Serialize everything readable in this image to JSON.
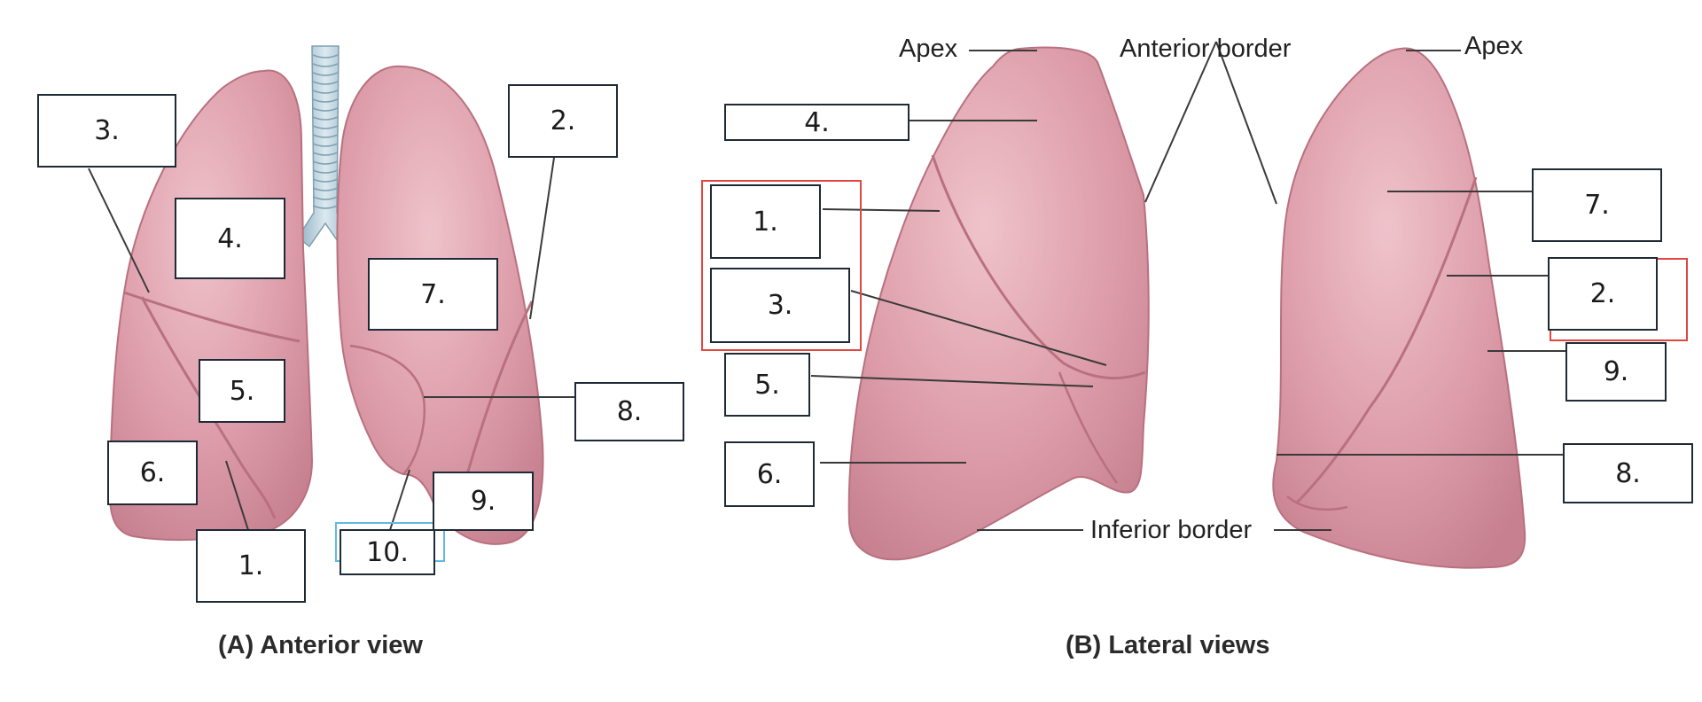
{
  "panel_a": {
    "caption": "(A) Anterior view",
    "labels": {
      "l1": "1.",
      "l2": "2.",
      "l3": "3.",
      "l4": "4.",
      "l5": "5.",
      "l6": "6.",
      "l7": "7.",
      "l8": "8.",
      "l9": "9.",
      "l10": "10."
    }
  },
  "panel_b": {
    "caption": "(B) Lateral views",
    "apex_left": "Apex",
    "apex_right": "Apex",
    "anterior_border": "Anterior border",
    "inferior_border": "Inferior border",
    "labels": {
      "left_lung": {
        "l1": "1.",
        "l3": "3.",
        "l4": "4.",
        "l5": "5.",
        "l6": "6."
      },
      "right_lung": {
        "l2": "2.",
        "l7": "7.",
        "l8": "8.",
        "l9": "9."
      }
    }
  },
  "colors": {
    "lung": "#dc9ba8",
    "lung_dark": "#b9707f",
    "trachea": "#b5ccd8",
    "highlight_red": "#e0463f",
    "highlight_blue": "#5fb8e6",
    "leader": "#3a3a3a"
  }
}
